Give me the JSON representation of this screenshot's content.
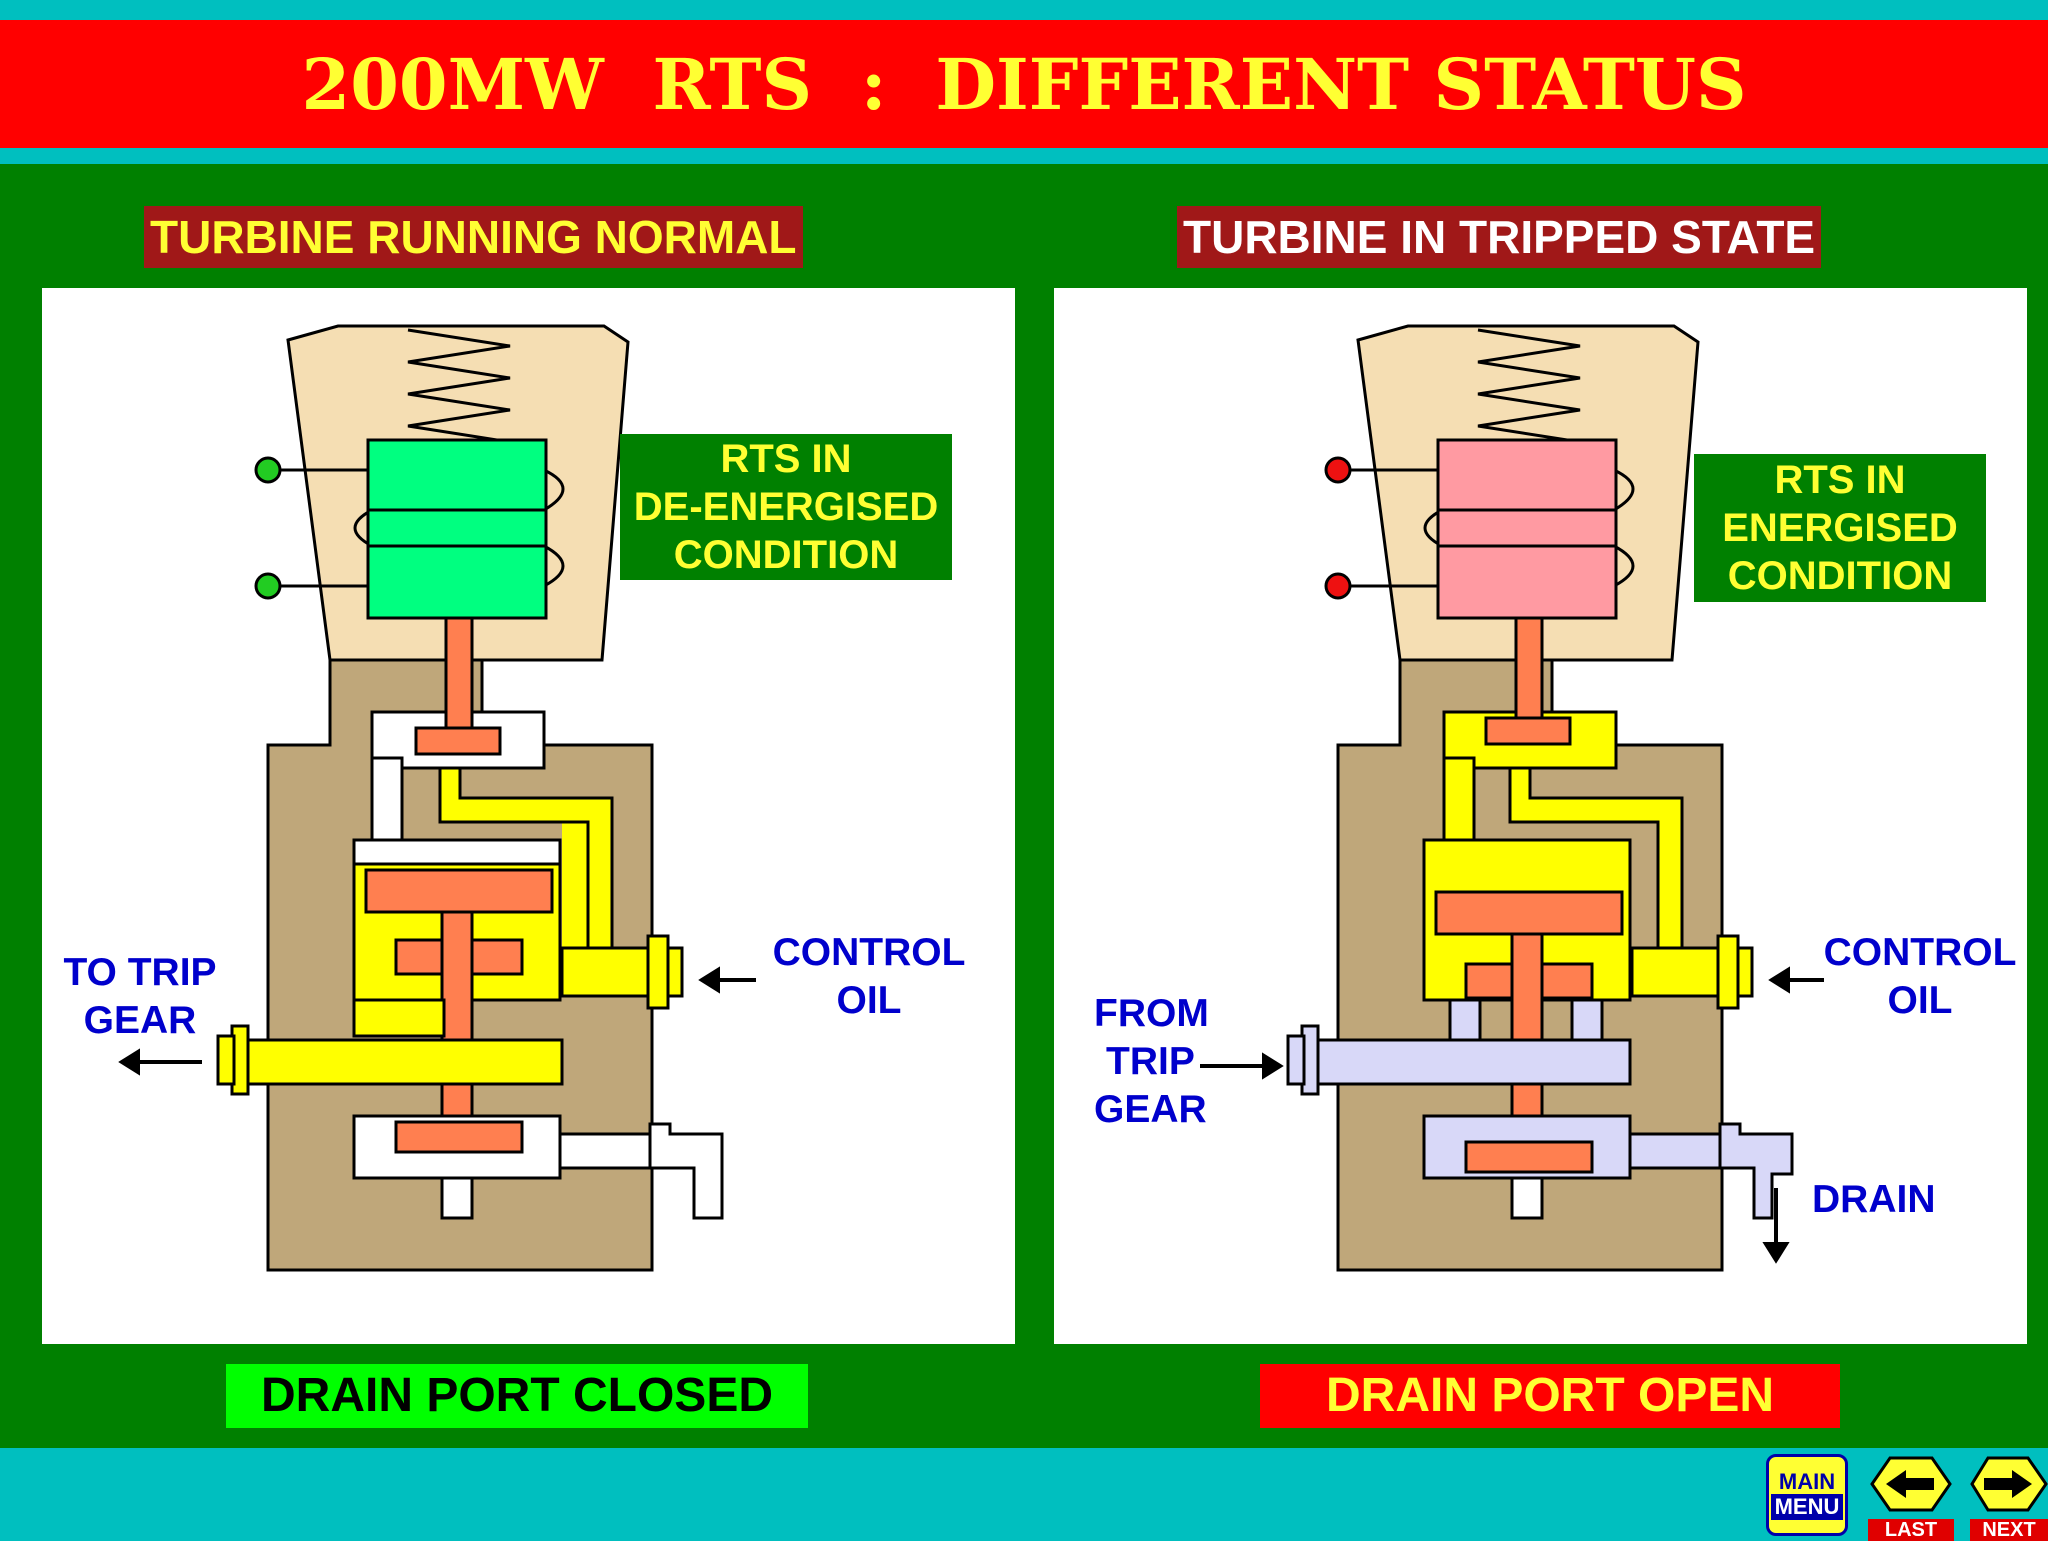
{
  "title": "200MW  RTS  :  DIFFERENT STATUS",
  "left": {
    "heading": "TURBINE RUNNING NORMAL",
    "rts_label": [
      "RTS IN",
      "DE-ENERGISED",
      "CONDITION"
    ],
    "port_left_label": [
      "TO TRIP",
      "GEAR"
    ],
    "port_right_label": [
      "CONTROL",
      "OIL"
    ],
    "status": "DRAIN PORT CLOSED",
    "coil_color": "#00FF80",
    "terminal_color": "#22CC22",
    "status_color": "#00FF00"
  },
  "right": {
    "heading": "TURBINE IN TRIPPED STATE",
    "rts_label": [
      "RTS IN",
      "ENERGISED",
      "CONDITION"
    ],
    "port_left_label": [
      "FROM",
      "TRIP",
      "GEAR"
    ],
    "port_right_label": [
      "CONTROL",
      "OIL"
    ],
    "drain_label": "DRAIN",
    "status": "DRAIN PORT OPEN",
    "coil_color": "#FF9AA2",
    "terminal_color": "#EE1111",
    "status_color": "#FF0000"
  },
  "nav": {
    "main_menu": [
      "MAIN",
      "MENU"
    ],
    "last": "LAST",
    "next": "NEXT"
  },
  "colors": {
    "background": "#00BFBF",
    "title_bar": "#FF0000",
    "title_text": "#FFFF33",
    "main_area": "#008000",
    "body": "#BFA77A",
    "head": "#F5DEB3",
    "oil_yellow": "#FFFF00",
    "spool": "#FF7F50",
    "drain_lavender": "#D8D8F8"
  }
}
